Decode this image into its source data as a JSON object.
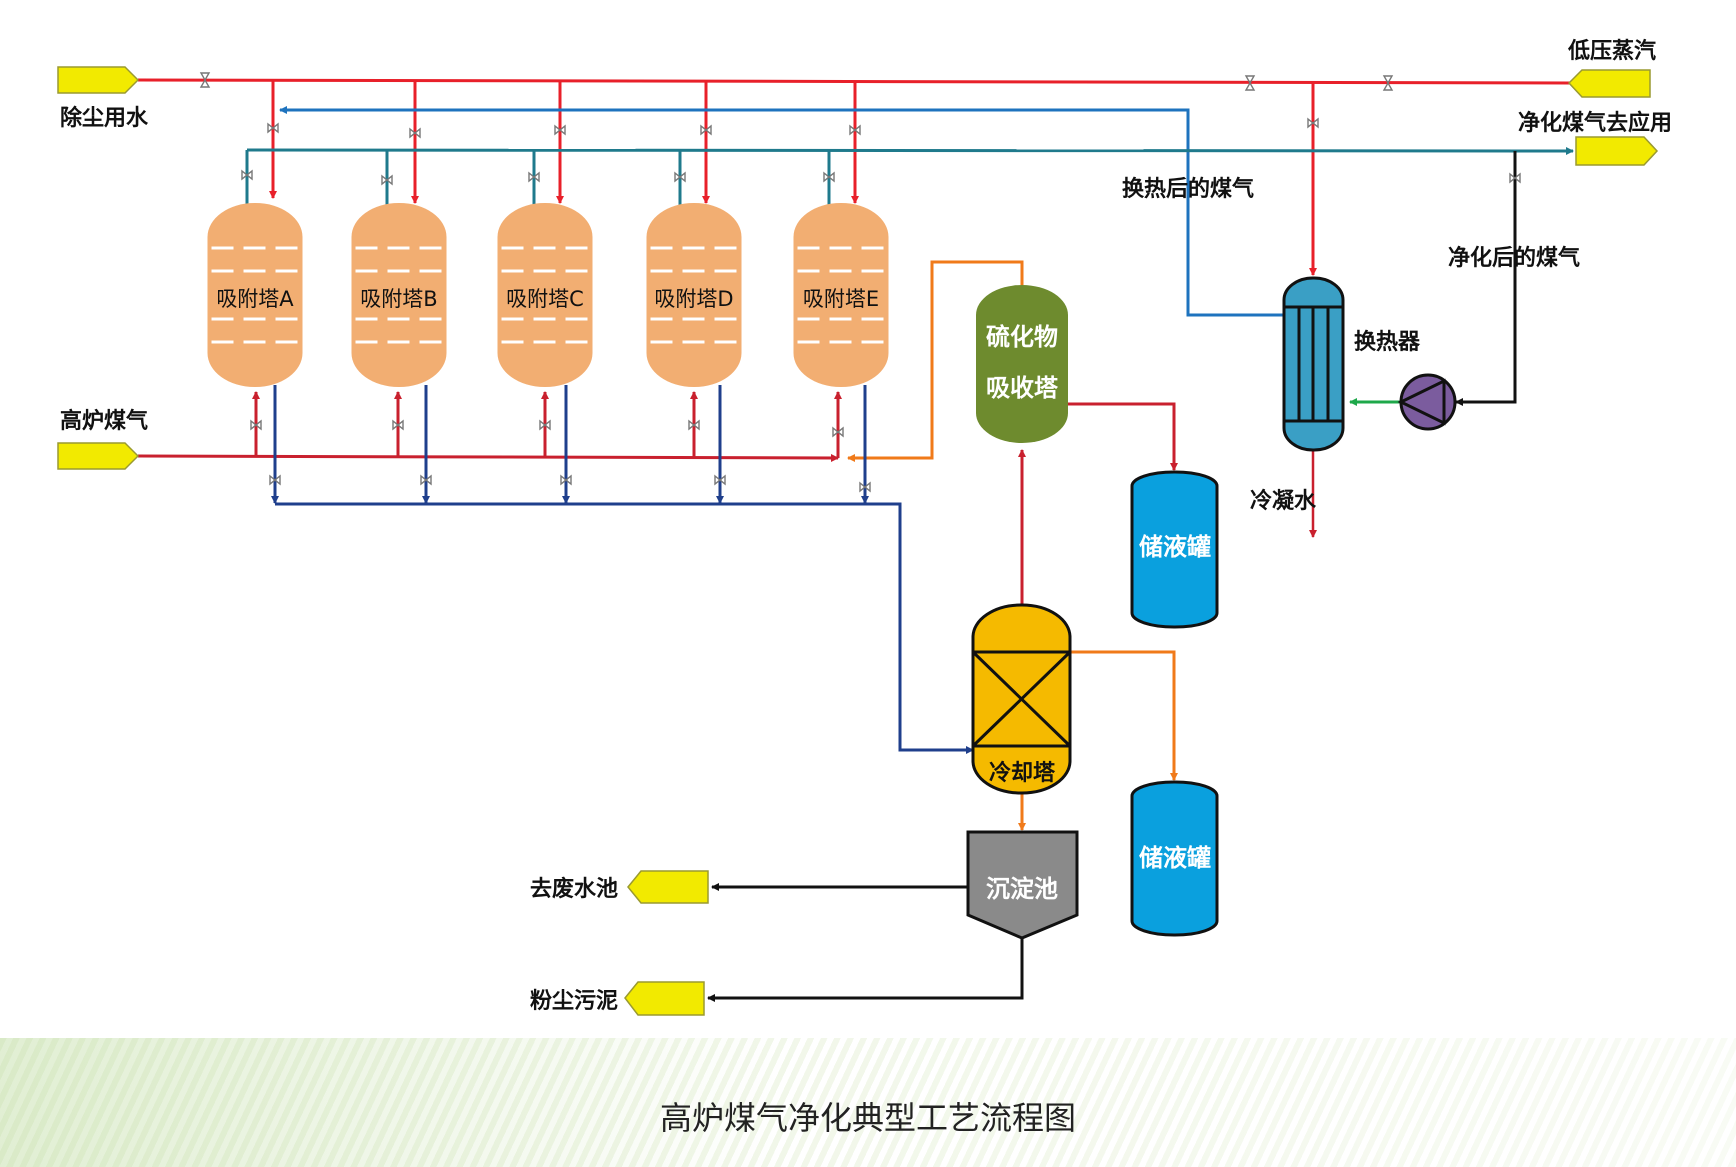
{
  "title": "高炉煤气净化典型工艺流程图",
  "colors": {
    "water": "#E8202A",
    "steam": "#E8202A",
    "gas": "#C9202E",
    "hot_gas": "#1E73BE",
    "clean_gas": "#1F7A8C",
    "drain": "#1F3F8C",
    "orange": "#F07A1A",
    "terminal": "#F2EA00",
    "adsorber": "#F2AE72",
    "absorber": "#6E8B2E",
    "tank": "#0AA0DE",
    "cooler": "#F5BA00",
    "settler": "#8A8A8A",
    "exchanger": "#3A9FC5",
    "pump": "#7B5C9E"
  },
  "terminals": {
    "dust_water": "除尘用水",
    "bf_gas": "高炉煤气",
    "low_pressure_steam": "低压蒸汽",
    "clean_gas_to_use": "净化煤气去应用",
    "to_wastewater_pool": "去废水池",
    "dust_sludge": "粉尘污泥"
  },
  "equipment": {
    "adsorbers": [
      "吸附塔A",
      "吸附塔B",
      "吸附塔C",
      "吸附塔D",
      "吸附塔E"
    ],
    "sulfide_absorber_line1": "硫化物",
    "sulfide_absorber_line2": "吸收塔",
    "storage_tank_1": "储液罐",
    "storage_tank_2": "储液罐",
    "cooling_tower": "冷却塔",
    "settling_tank": "沉淀池",
    "heat_exchanger": "换热器"
  },
  "stream_labels": {
    "gas_after_exchange": "换热后的煤气",
    "purified_gas": "净化后的煤气",
    "condensate": "冷凝水"
  }
}
